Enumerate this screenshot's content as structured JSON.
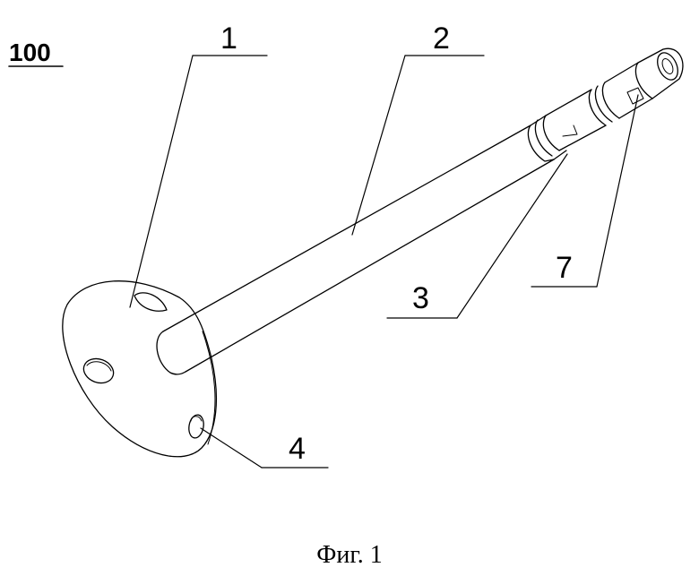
{
  "figure": {
    "reference": "100",
    "caption": "Фиг. 1",
    "labels": {
      "l1": "1",
      "l2": "2",
      "l3": "3",
      "l4": "4",
      "l7": "7"
    }
  },
  "colors": {
    "line": "#000000",
    "background": "#ffffff"
  }
}
